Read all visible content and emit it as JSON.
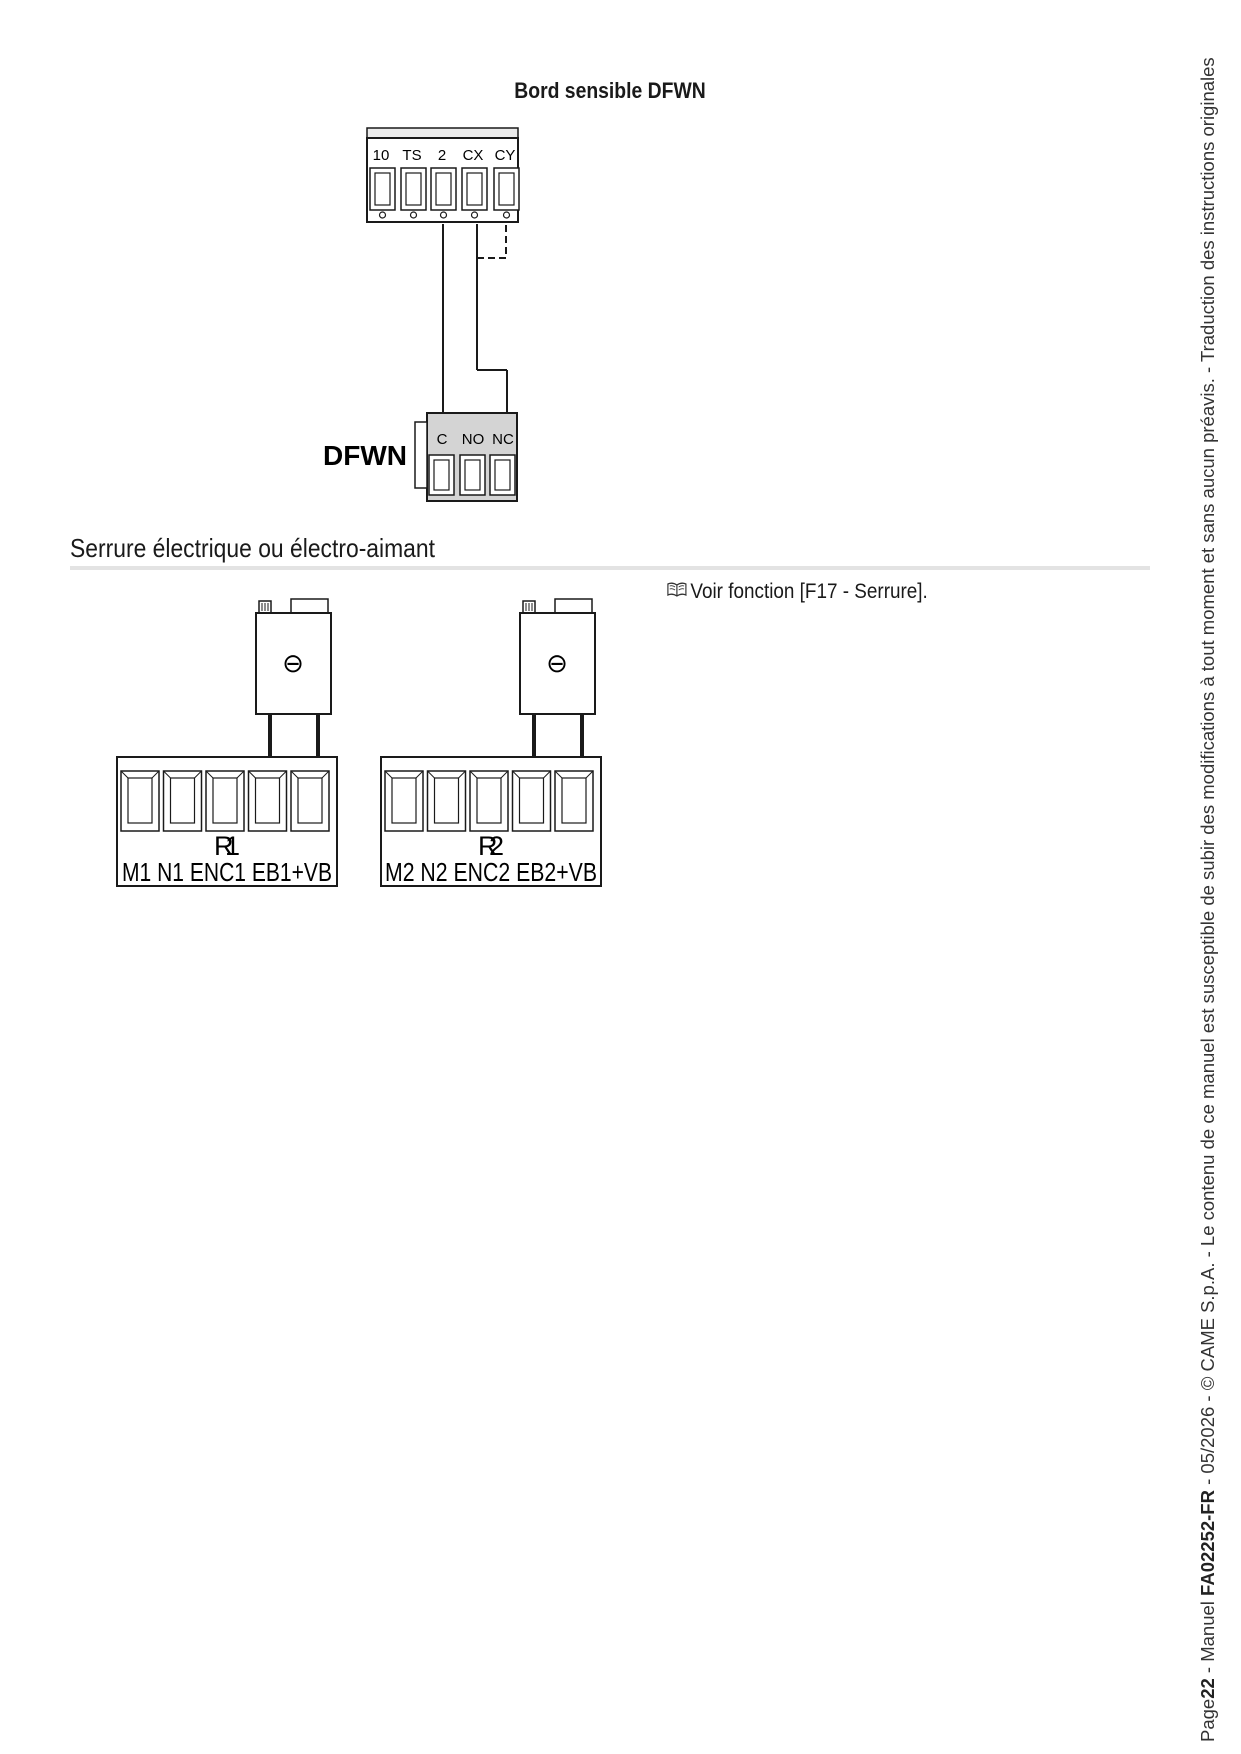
{
  "figure1": {
    "title": "Bord sensible DFWN",
    "terminal_labels": [
      "10",
      "TS",
      "2",
      "CX",
      "CY"
    ],
    "device_label": "DFWN",
    "device_terminals": [
      "C",
      "NO",
      "NC"
    ]
  },
  "section": {
    "heading": "Serrure électrique ou électro-aimant",
    "note_icon": "book-icon",
    "note_text": "Voir fonction [F17 - Serrure]."
  },
  "figure2": {
    "blocks": [
      {
        "group": "R1",
        "labels": "M1 N1 ENC1 EB1+VB"
      },
      {
        "group": "R2",
        "labels": "M2 N2 ENC2 EB2+VB"
      }
    ],
    "lock_symbol": "⊖"
  },
  "sidebar": {
    "page_prefix": "Page",
    "page_number": "22",
    "manual_prefix": " - Manuel ",
    "manual_code": "FA02252-FR",
    "rest": " - 05/2026 - © CAME S.p.A. - Le contenu de ce manuel est susceptible de subir des modifications à tout moment et sans aucun préavis. - Traduction des instructions originales"
  }
}
